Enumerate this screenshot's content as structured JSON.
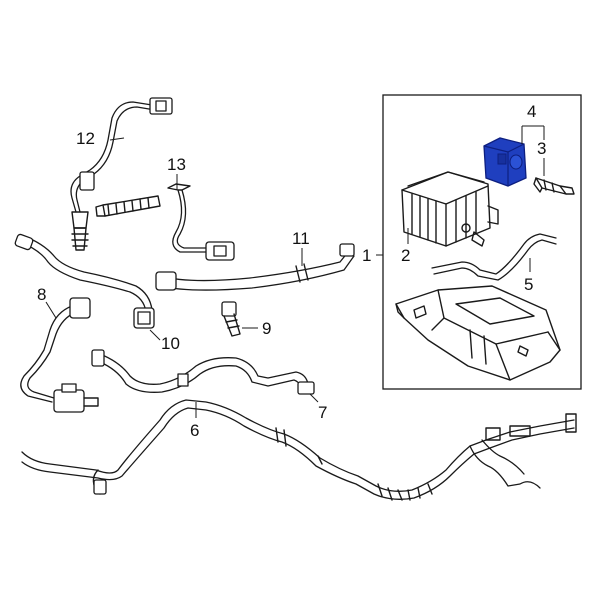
{
  "callouts": [
    {
      "id": "1",
      "label": "1"
    },
    {
      "id": "2",
      "label": "2"
    },
    {
      "id": "3",
      "label": "3"
    },
    {
      "id": "4",
      "label": "4"
    },
    {
      "id": "5",
      "label": "5"
    },
    {
      "id": "6",
      "label": "6"
    },
    {
      "id": "7",
      "label": "7"
    },
    {
      "id": "8",
      "label": "8"
    },
    {
      "id": "9",
      "label": "9"
    },
    {
      "id": "10",
      "label": "10"
    },
    {
      "id": "11",
      "label": "11"
    },
    {
      "id": "12",
      "label": "12"
    },
    {
      "id": "13",
      "label": "13"
    }
  ],
  "colors": {
    "highlight_fill": "#1f3fbf",
    "highlight_dark": "#0d1f80",
    "line": "#1a1a1a",
    "background": "#ffffff"
  }
}
